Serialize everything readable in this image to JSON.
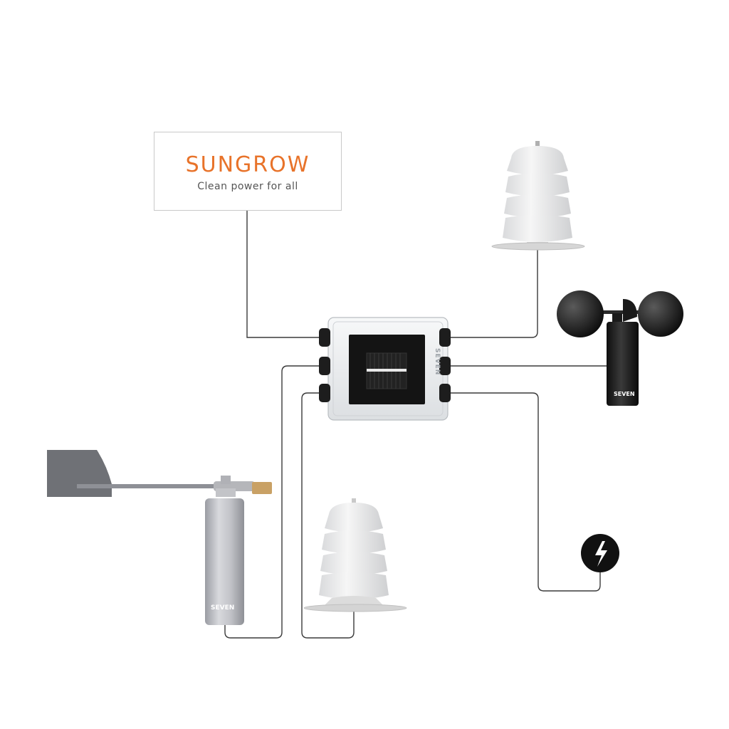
{
  "logo": {
    "wordmark": "SUNGROW",
    "tagline": "Clean power for all"
  },
  "device_labels": {
    "hub": "SEVEN",
    "wind_vane": "SEVEN",
    "anemometer": "SEVEN"
  },
  "colors": {
    "brand_orange": "#e8732a",
    "tagline_gray": "#555555",
    "wire": "#3a3a3a",
    "hub_body": "#eef0f2",
    "solar_panel": "#141414",
    "cup_black": "#1c1c1c",
    "vane_gray": "#7b7d82",
    "shield_white": "#ececec",
    "counterweight": "#c9a165"
  },
  "icons": {
    "lightning_sensor": "lightning-bolt-icon"
  }
}
